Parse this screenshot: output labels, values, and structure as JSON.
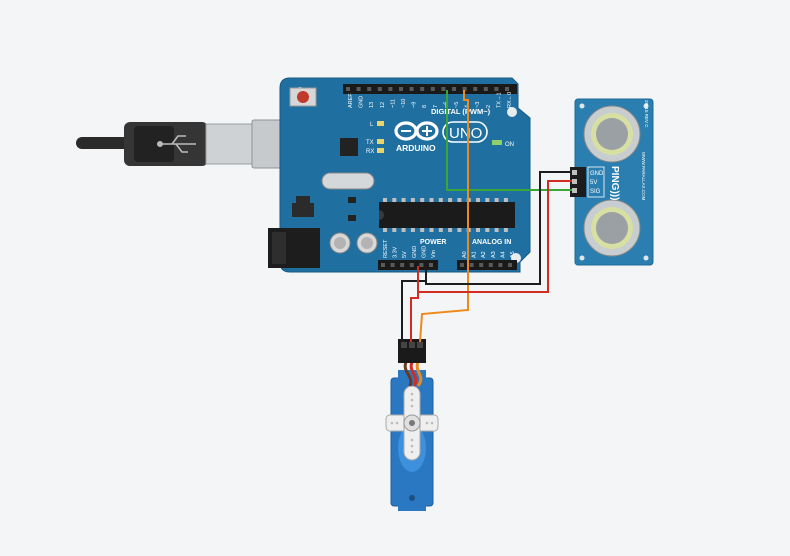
{
  "arduino": {
    "brand": "ARDUINO",
    "model": "UNO",
    "digital_header": "DIGITAL (PWM~)",
    "power_header": "POWER",
    "analog_header": "ANALOG IN",
    "on_label": "ON",
    "l_label": "L",
    "tx_label": "TX",
    "rx_label": "RX",
    "digital_pins": [
      "AREF",
      "GND",
      "13",
      "12",
      "~11",
      "~10",
      "~9",
      "8",
      "7",
      "~6",
      "~5",
      "4",
      "~3",
      "2",
      "TX→1",
      "RX←0"
    ],
    "power_pins": [
      "RESET",
      "3.3V",
      "5V",
      "GND",
      "GND",
      "Vin"
    ],
    "analog_pins": [
      "A0",
      "A1",
      "A2",
      "A3",
      "A4",
      "A5"
    ]
  },
  "ping": {
    "name": "PING)))",
    "pins": [
      "GND",
      "5V",
      "SIG"
    ],
    "maker": "WWW.PARALLAX.COM",
    "rev": "28015 REV C"
  },
  "wire_colors": {
    "signal_green": "#3aa635",
    "signal_orange": "#ec8a1e",
    "power_red": "#d42b22",
    "ground_black": "#1d1d1d",
    "board_blue": "#1f6fa0",
    "sensor_blue": "#2a7fb0",
    "servo_blue": "#2b78c2"
  }
}
